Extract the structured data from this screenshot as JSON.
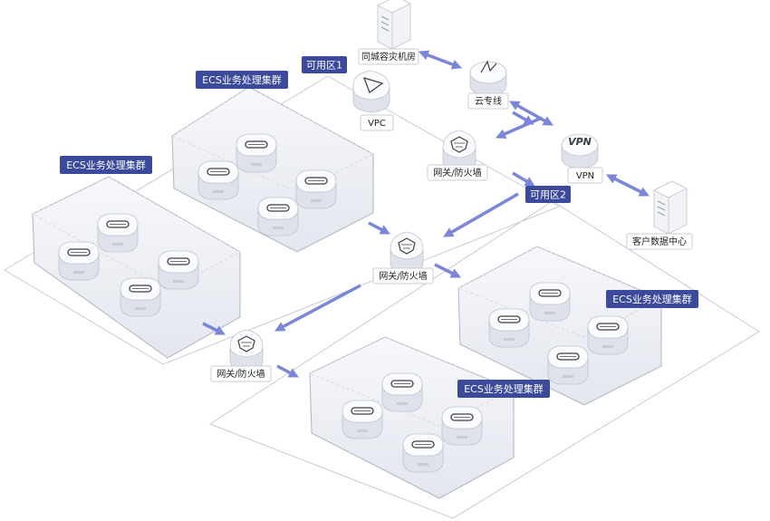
{
  "labels": {
    "zone1": "可用区1",
    "zone2": "可用区2",
    "cluster": "ECS业务处理集群",
    "vpc": "VPC",
    "disaster_center": "同城容灾机房",
    "cloud_line": "云专线",
    "gateway": "网关/防火墙",
    "vpn": "VPN",
    "customer_dc": "客户数据中心"
  },
  "icons": {
    "server": "server-rack-icon",
    "ecs": "ecs-server-icon",
    "router": "router-icon",
    "firewall": "firewall-icon",
    "vpn": "vpn-icon",
    "vpc": "vpc-icon"
  },
  "colors": {
    "tag_bg": "#3b4a9a",
    "arrow": "#7b86d8",
    "plane": "#c7ccd6",
    "box_fill": "#e9ebf0"
  }
}
